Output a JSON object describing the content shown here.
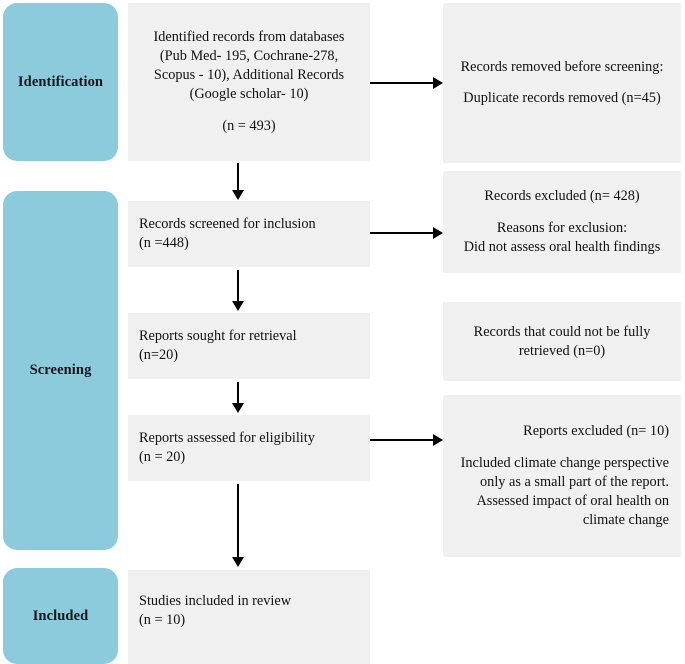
{
  "diagram": {
    "type": "prisma-flow-diagram",
    "colors": {
      "stage_blue": "#8CCBDC",
      "box_grey": "#F0F0F0",
      "arrow_black": "#000000",
      "page_background": "#FFFFFF"
    }
  },
  "stages": [
    {
      "label": "Identification"
    },
    {
      "label": "Screening"
    },
    {
      "label": "Included"
    }
  ],
  "main_boxes": [
    {
      "id": "identified-records",
      "lines": [
        "Identified records from databases",
        "(Pub Med- 195, Cochrane-278,",
        "Scopus - 10), Additional Records",
        "(Google scholar- 10)",
        "",
        "(n = 493)"
      ]
    },
    {
      "id": "records-screened",
      "lines": [
        "Records screened for inclusion",
        "(n =448)"
      ]
    },
    {
      "id": "reports-sought",
      "lines": [
        "Reports sought for retrieval",
        "(n=20)"
      ]
    },
    {
      "id": "reports-assessed",
      "lines": [
        "Reports assessed for eligibility",
        "(n = 20)"
      ]
    },
    {
      "id": "studies-included",
      "lines": [
        "Studies included in review",
        "(n = 10)"
      ]
    }
  ],
  "side_boxes": [
    {
      "id": "records-removed",
      "lines": [
        "Records removed before screening:",
        "",
        "Duplicate records removed (n=45)"
      ]
    },
    {
      "id": "records-excluded",
      "lines": [
        "Records excluded (n= 428)",
        "",
        "Reasons for exclusion:",
        "Did not assess oral health findings"
      ]
    },
    {
      "id": "not-retrieved",
      "lines": [
        "Records that could not be fully",
        "retrieved (n=0)"
      ]
    },
    {
      "id": "reports-excluded",
      "lines": [
        "Reports excluded (n= 10)",
        "",
        "Included climate change perspective",
        "only as a small part of the report.",
        "Assessed impact of oral health on",
        "climate change"
      ]
    }
  ]
}
